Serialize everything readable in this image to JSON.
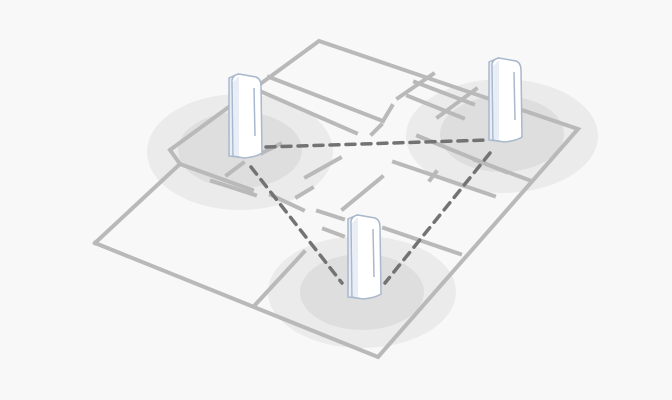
{
  "diagram": {
    "colors": {
      "background": "#f8f8f8",
      "walls": "#b9b9b9",
      "coverage_outer": "#ebebeb",
      "coverage_inner": "#dedede",
      "link": "#737373",
      "unit_body": "#ffffff",
      "unit_outline": "#a9b8cd",
      "unit_shade": "#e9eef6"
    },
    "floor_plan": {
      "style": "isometric floor plan outline"
    },
    "nodes": [
      {
        "id": "node-left",
        "icon": "mesh-router-icon"
      },
      {
        "id": "node-right",
        "icon": "mesh-router-icon"
      },
      {
        "id": "node-bottom",
        "icon": "mesh-router-icon"
      }
    ],
    "links": [
      {
        "from": "node-left",
        "to": "node-right",
        "style": "dashed"
      },
      {
        "from": "node-left",
        "to": "node-bottom",
        "style": "dashed"
      },
      {
        "from": "node-right",
        "to": "node-bottom",
        "style": "dashed"
      }
    ]
  }
}
